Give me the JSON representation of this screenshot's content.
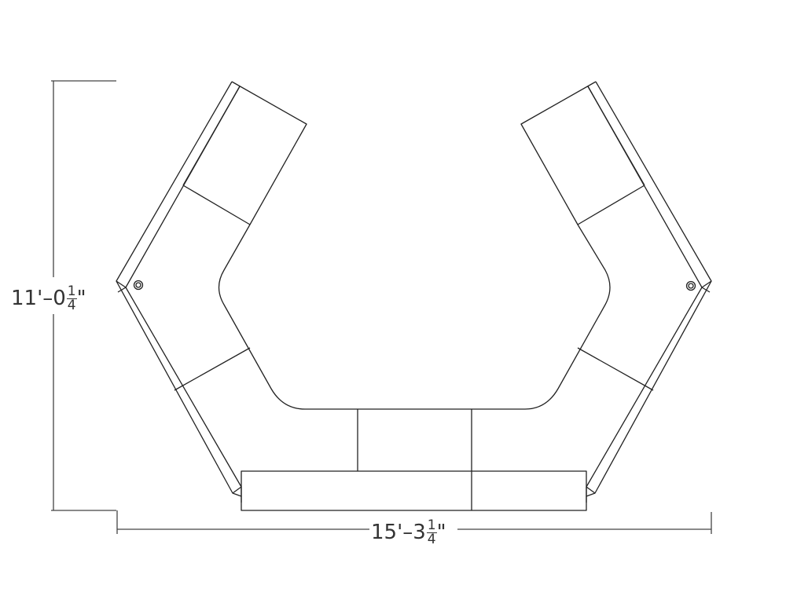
{
  "drawing": {
    "type": "plan-view",
    "subject": "U-shaped reception desk / workstation layout",
    "line_color": "#222222",
    "dimension_color": "#333333"
  },
  "dimensions": {
    "height": {
      "feet": "11'",
      "sep": "–",
      "inches_whole": "0",
      "fraction_num": "1",
      "fraction_den": "4",
      "inch_mark": "\""
    },
    "width": {
      "feet": "15'",
      "sep": "–",
      "inches_whole": "3",
      "fraction_num": "1",
      "fraction_den": "4",
      "inch_mark": "\""
    }
  }
}
